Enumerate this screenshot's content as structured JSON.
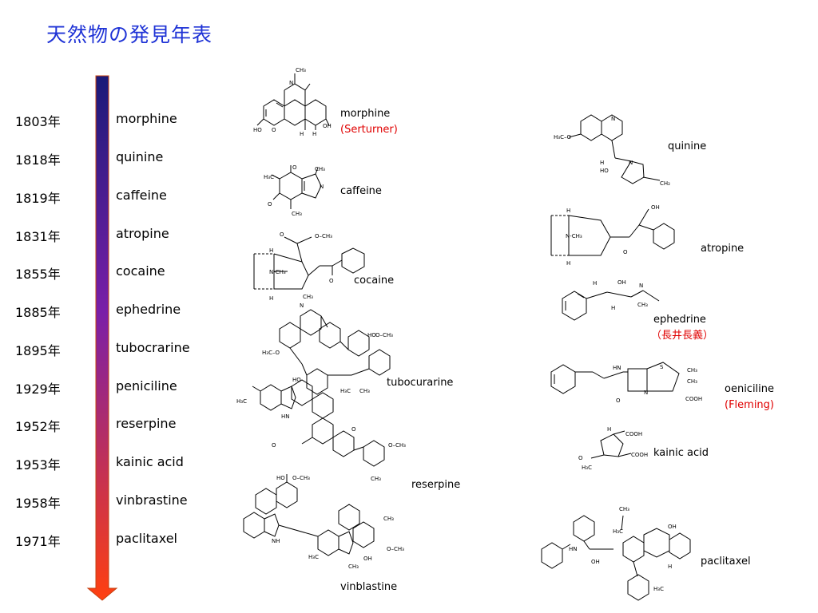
{
  "title": "天然物の発見年表",
  "arrow_colors": {
    "top": "#1a1a78",
    "middle": "#7a1fa8",
    "bottom": "#ff4010"
  },
  "timeline": [
    {
      "year": "1803年",
      "name": "morphine"
    },
    {
      "year": "1818年",
      "name": "quinine"
    },
    {
      "year": "1819年",
      "name": "caffeine"
    },
    {
      "year": "1831年",
      "name": "atropine"
    },
    {
      "year": "1855年",
      "name": "cocaine"
    },
    {
      "year": "1885年",
      "name": "ephedrine"
    },
    {
      "year": "1895年",
      "name": "tubocrarine"
    },
    {
      "year": "1929年",
      "name": "peniciline"
    },
    {
      "year": "1952年",
      "name": "reserpine"
    },
    {
      "year": "1953年",
      "name": "kainic acid"
    },
    {
      "year": "1958年",
      "name": "vinbrastine"
    },
    {
      "year": "1971年",
      "name": "paclitaxel"
    }
  ],
  "molecules": {
    "morphine": {
      "name": "morphine",
      "discoverer": "(Serturner)"
    },
    "caffeine": {
      "name": "caffeine"
    },
    "cocaine": {
      "name": "cocaine"
    },
    "tubocurarine": {
      "name": "tubocurarine"
    },
    "reserpine": {
      "name": "reserpine"
    },
    "vinblastine": {
      "name": "vinblastine"
    },
    "quinine": {
      "name": "quinine"
    },
    "atropine": {
      "name": "atropine"
    },
    "ephedrine": {
      "name": "ephedrine",
      "discoverer": "（長井長義）"
    },
    "penicillin": {
      "name": "oeniciline",
      "discoverer": "(Fleming)"
    },
    "kainic_acid": {
      "name": "kainic acid"
    },
    "paclitaxel": {
      "name": "paclitaxel"
    }
  },
  "atom_labels": {
    "ch3": "CH₃",
    "ch3_plain": "CH3",
    "oh": "OH",
    "ho": "HO",
    "h": "H",
    "n": "N",
    "o": "O",
    "nh": "NH",
    "hn": "HN",
    "n_ch3": "N-CH₃",
    "h3c": "H₃C",
    "h3c_o": "H₃C–O",
    "cooh": "COOH",
    "ch2": "CH₂",
    "s": "S",
    "o_ch3": "O–CH₃"
  }
}
